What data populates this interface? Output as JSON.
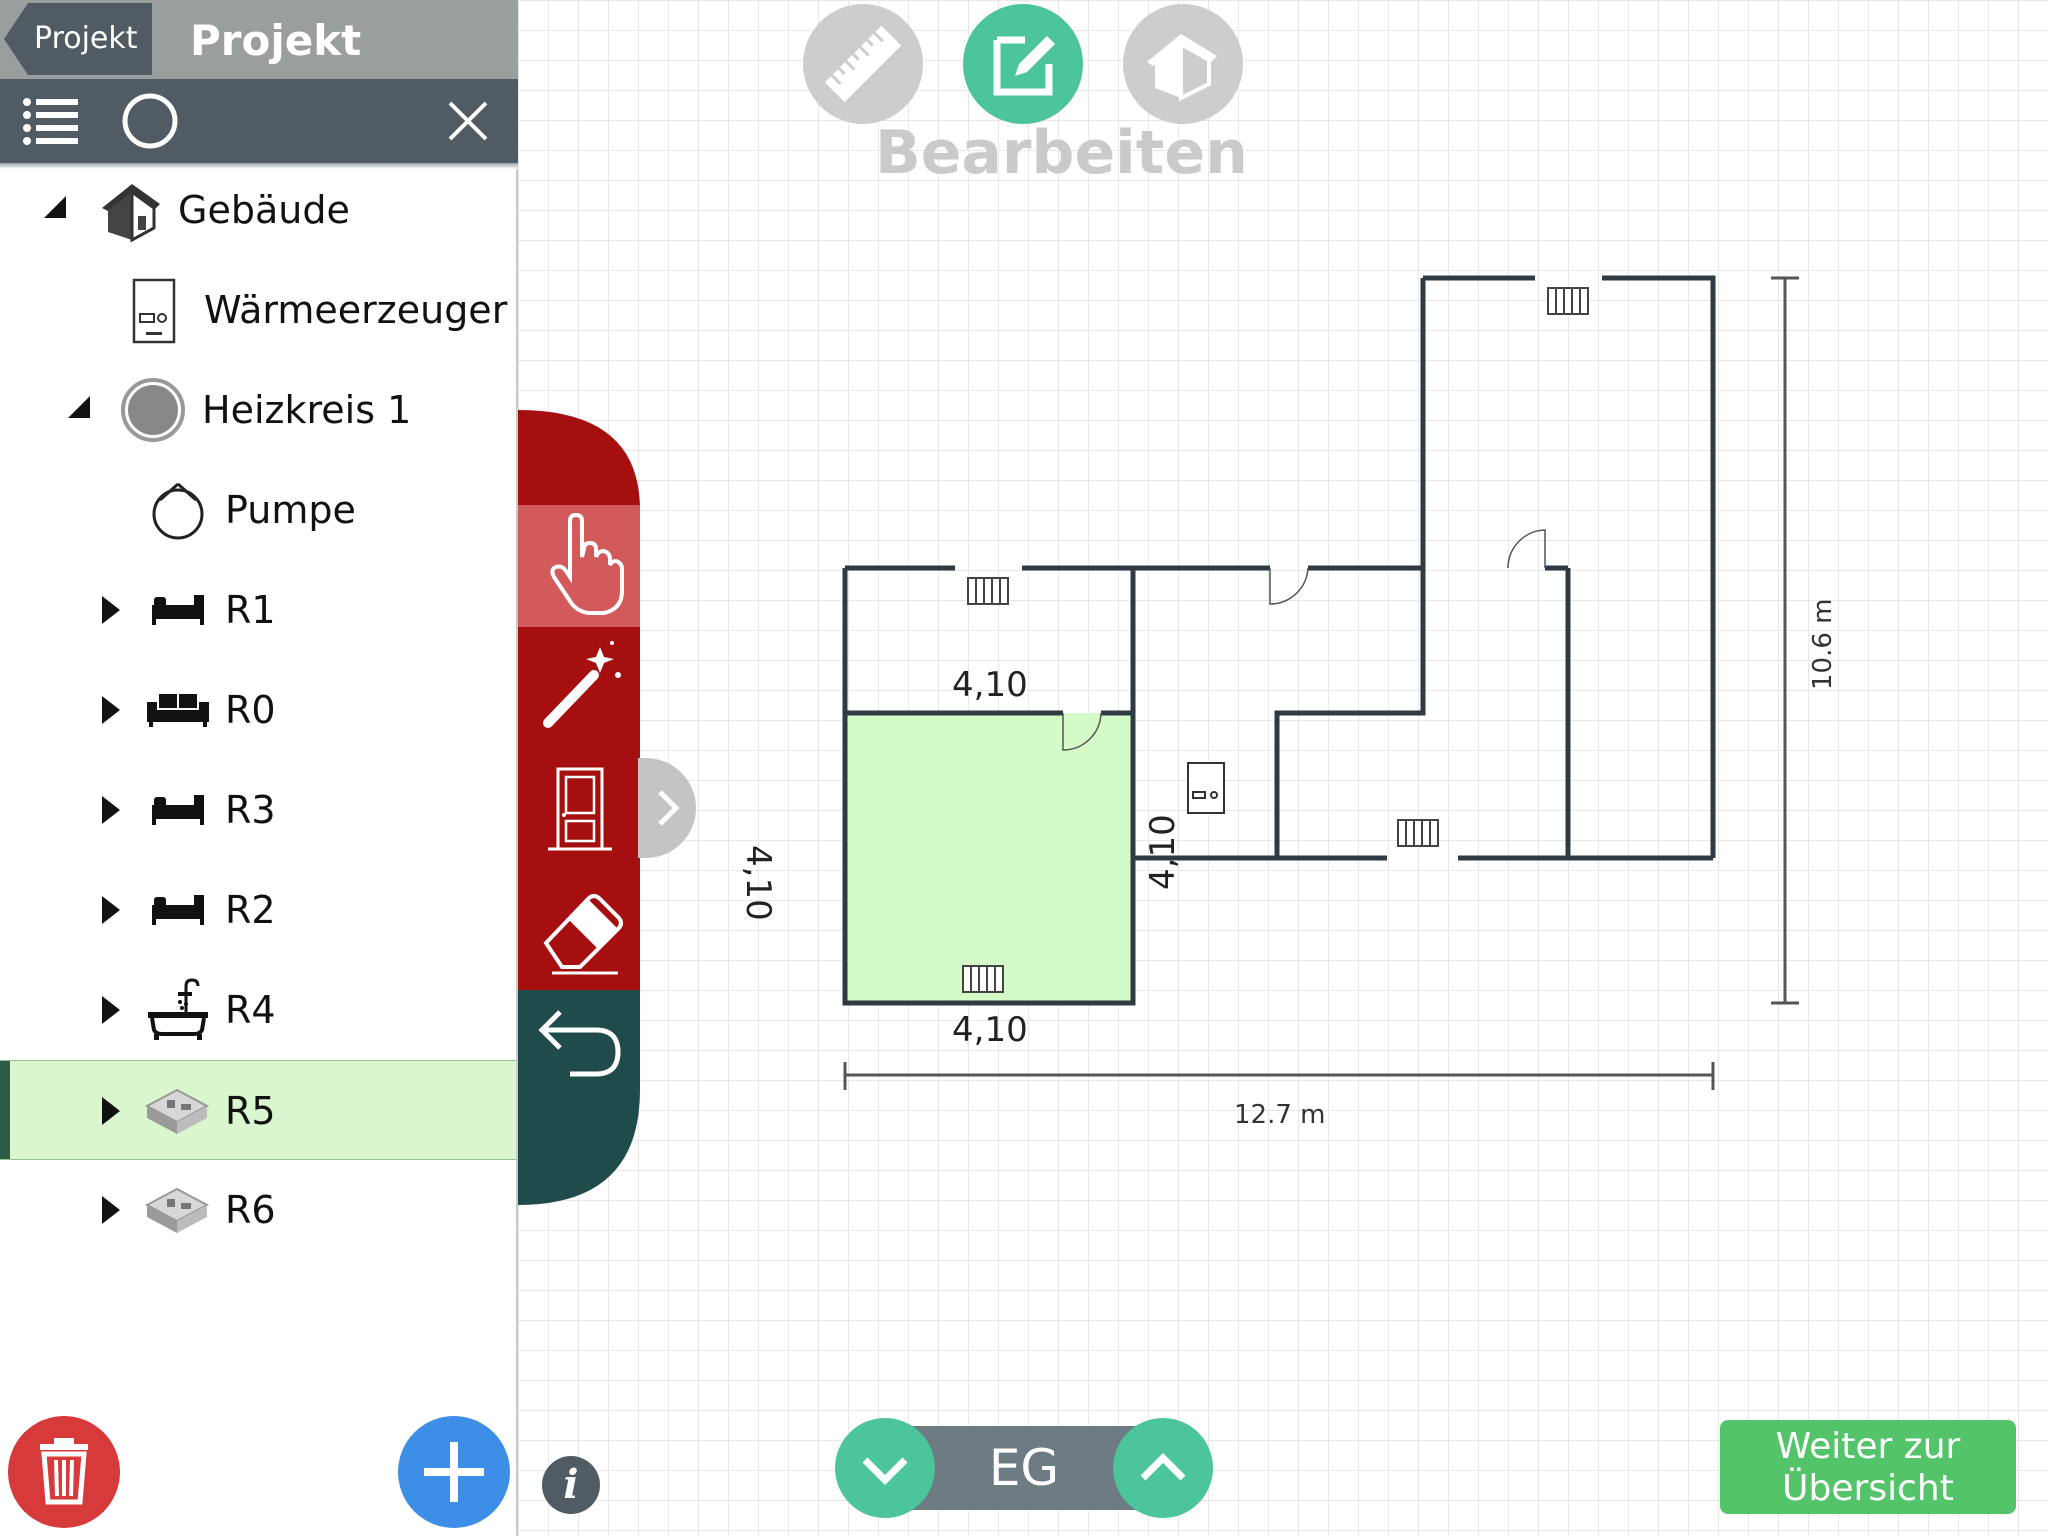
{
  "header": {
    "back_label": "Projekt",
    "project_title": "Projekt Müller"
  },
  "toolbar": {
    "list_icon": "list-icon",
    "circle_icon": "circle-icon",
    "close_icon": "close-icon"
  },
  "tree": {
    "items": [
      {
        "label": "Gebäude",
        "icon": "building-icon",
        "toggle": "expanded"
      },
      {
        "label": "Wärmeerzeuger",
        "icon": "boiler-icon"
      },
      {
        "label": "Heizkreis 1",
        "icon": "heating-circuit-icon",
        "toggle": "expanded"
      },
      {
        "label": "Pumpe",
        "icon": "pump-icon"
      },
      {
        "label": "R1",
        "icon": "bed-icon",
        "toggle": "collapsed"
      },
      {
        "label": "R0",
        "icon": "sofa-icon",
        "toggle": "collapsed"
      },
      {
        "label": "R3",
        "icon": "bed-icon",
        "toggle": "collapsed"
      },
      {
        "label": "R2",
        "icon": "bed-icon",
        "toggle": "collapsed"
      },
      {
        "label": "R4",
        "icon": "bathtub-icon",
        "toggle": "collapsed"
      },
      {
        "label": "R5",
        "icon": "room-3d-icon",
        "toggle": "collapsed",
        "selected": true
      },
      {
        "label": "R6",
        "icon": "room-3d-icon",
        "toggle": "collapsed"
      }
    ]
  },
  "mode": {
    "label": "Bearbeiten",
    "buttons": [
      "ruler-icon",
      "edit-icon",
      "house-icon"
    ],
    "active": "edit-icon"
  },
  "tools": [
    "hand-pointer-icon",
    "magic-wand-icon",
    "door-icon",
    "eraser-icon",
    "undo-icon"
  ],
  "dimensions": {
    "top": "4,10",
    "left": "4,10",
    "right": "4,10",
    "bottom": "4,10",
    "overall_width": "12.7 m",
    "overall_height": "10.6 m"
  },
  "floor": {
    "label": "EG"
  },
  "continue_label_line1": "Weiter zur",
  "continue_label_line2": "Übersicht",
  "info_label": "i",
  "colors": {
    "header_gray": "#9b9e9f",
    "toolbar_dark": "#505b63",
    "selected_row": "#d9f6cf",
    "tool_red": "#a50f0f",
    "tool_active": "#d35a5a",
    "tool_teal": "#1f4b4a",
    "accent_green": "#4dc59a",
    "continue_green": "#53c46a",
    "delete_red": "#d63a3a",
    "add_blue": "#3d8ee6",
    "room_fill": "#d4fac8",
    "wall": "#2f3a42"
  }
}
